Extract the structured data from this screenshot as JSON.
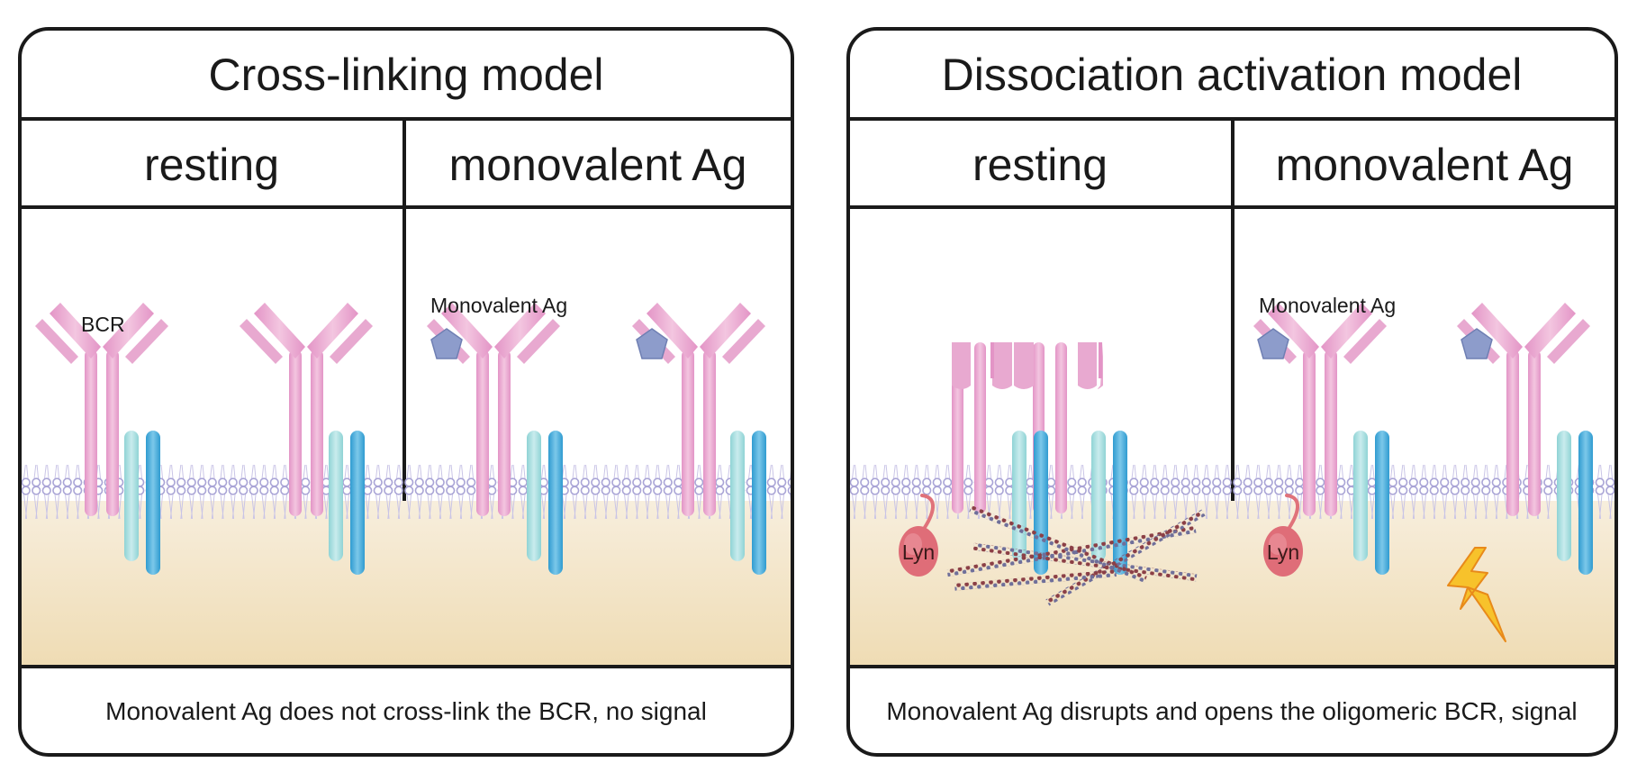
{
  "panels": [
    {
      "title": "Cross-linking model",
      "col_left": "resting",
      "col_right": "monovalent Ag",
      "caption": "Monovalent Ag does not cross-link the BCR, no signal",
      "bcr_label": "BCR",
      "ag_label": "Monovalent Ag"
    },
    {
      "title": "Dissociation activation model",
      "col_left": "resting",
      "col_right": "monovalent Ag",
      "caption": "Monovalent Ag disrupts and opens the oligomeric BCR, signal",
      "ag_label": "Monovalent Ag",
      "lyn_label_left": "Lyn",
      "lyn_label_right": "Lyn"
    }
  ],
  "colors": {
    "frame": "#1a1a1a",
    "antibody": "#e39cc9",
    "igab_light": "#9ed8da",
    "igab_dark": "#3fa9d8",
    "antigen": "#8e9ec9",
    "lyn": "#e0727a",
    "membrane_head": "#a9a4d6",
    "cytoplasm_top": "#f6ecd8",
    "cytoplasm_bottom": "#efdcb6",
    "actin": "#7a3a3a",
    "bolt": "#f7c22b"
  },
  "icons": {
    "antigen": "pentagon-antigen-icon",
    "signal": "lightning-bolt-icon",
    "lyn": "lyn-kinase-icon",
    "actin": "actin-filament-icon"
  }
}
